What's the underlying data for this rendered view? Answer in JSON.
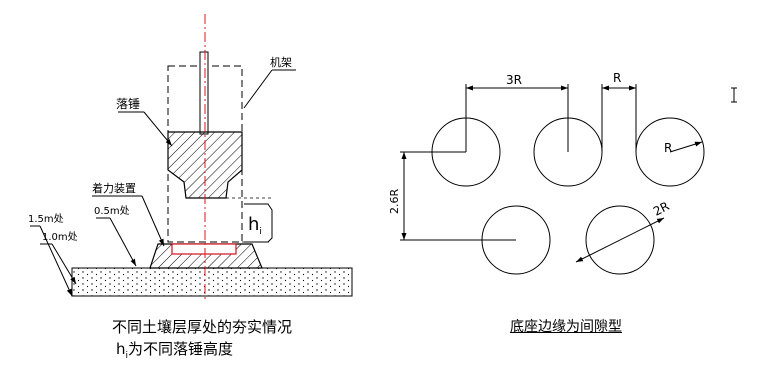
{
  "left_diagram": {
    "label_frame": "机架",
    "label_hammer": "落锤",
    "label_device": "着力装置",
    "label_depth_05": "0.5m处",
    "label_depth_15": "1.5m处",
    "label_depth_10": "1.0m处",
    "label_h": "h",
    "label_h_sub": "i",
    "caption_line1": "不同土壤层厚处的夯实情况",
    "caption_line2_h": "h",
    "caption_line2_sub": "i",
    "caption_line2_rest": "为不同落锤高度"
  },
  "right_diagram": {
    "dim_3R": "3R",
    "dim_R_top": "R",
    "dim_R_circle": "R",
    "dim_2_6R": "2.6R",
    "dim_2R": "2R",
    "caption": "底座边缘为间隙型"
  },
  "cursor_icon": "text-cursor-icon"
}
